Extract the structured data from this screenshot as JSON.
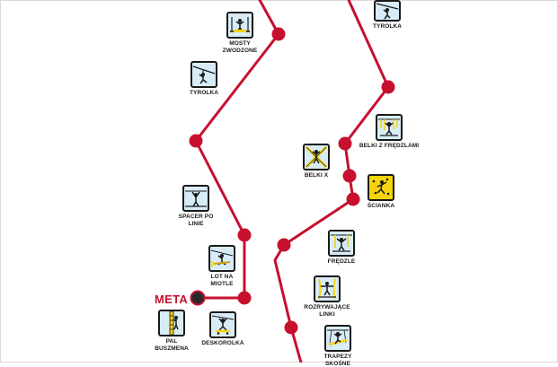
{
  "finish_label": "META",
  "colors": {
    "route": "#c6102e",
    "icon_bg": "#d8ecf7",
    "icon_bg_alt": "#f5d40c",
    "icon_border": "#1a1a1a"
  },
  "stations": [
    {
      "label": "MOSTY\nZWODZONE",
      "icon": "drawbridge-icon"
    },
    {
      "label": "TYROLKA",
      "icon": "zipline-icon"
    },
    {
      "label": "SPACER PO LINIE",
      "icon": "rope-walk-icon"
    },
    {
      "label": "LOT NA MIOTLE",
      "icon": "broom-flight-icon"
    },
    {
      "label": "PAL\nBUSZMENA",
      "icon": "bushman-pole-icon"
    },
    {
      "label": "DESKOROLKA",
      "icon": "skateboard-icon"
    },
    {
      "label": "TYROLKA",
      "icon": "zipline-icon"
    },
    {
      "label": "BELKI Z FRĘDZLAMI",
      "icon": "fringed-beams-icon"
    },
    {
      "label": "BELKI X",
      "icon": "x-beams-icon"
    },
    {
      "label": "ŚCIANKA",
      "icon": "climbing-wall-icon"
    },
    {
      "label": "FRĘDZLE",
      "icon": "fringes-icon"
    },
    {
      "label": "ROZRYWAJĄCE\nLINKI",
      "icon": "breaking-lines-icon"
    },
    {
      "label": "TRAPEZY SKOŚNE",
      "icon": "slanted-trapeze-icon"
    }
  ]
}
